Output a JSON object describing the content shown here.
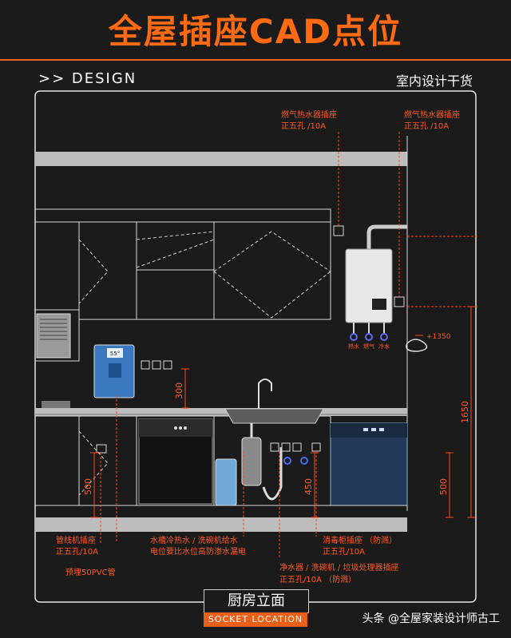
{
  "header": {
    "title": "全屋插座CAD点位",
    "design_label": ">>  DESIGN",
    "subtitle": "室内设计干货"
  },
  "labels": {
    "gas_heater_1_title": "燃气热水器插座",
    "gas_heater_1_spec": "正五孔 /10A",
    "gas_heater_2_title": "燃气热水器插座",
    "gas_heater_2_spec": "正五孔 /10A",
    "height_1350": "+1350",
    "water_hot": "热水",
    "water_gas": "燃气",
    "water_cold": "冷水",
    "heater_display": "55°",
    "pipe_socket_title": "管线机插座",
    "pipe_socket_spec": "正五孔/10A",
    "pvc_pipe": "预埋50PVC管",
    "sink_line1": "水槽冷热水 / 洗碗机给水",
    "sink_line2": "电位要比水位高防渗水漏电",
    "purifier_line1": "净水器 / 洗碗机 / 垃圾处理器插座",
    "purifier_line2": "正五孔/10A （防溅）",
    "disinfect_title": "消毒柜插座 （防溅）",
    "disinfect_spec": "正五孔/10A"
  },
  "dimensions": {
    "d300": "300",
    "d500_left": "500",
    "d450": "450",
    "d500_right": "500",
    "d1650": "1650"
  },
  "footer": {
    "section_title": "厨房立面",
    "section_subtitle": "SOCKET LOCATION",
    "credit": "头条 @全屋家装设计师古工"
  },
  "colors": {
    "accent": "#ff6a13",
    "annotation": "#ff5a2a",
    "background": "#1b1b1b",
    "linework": "#d8d8d8"
  }
}
